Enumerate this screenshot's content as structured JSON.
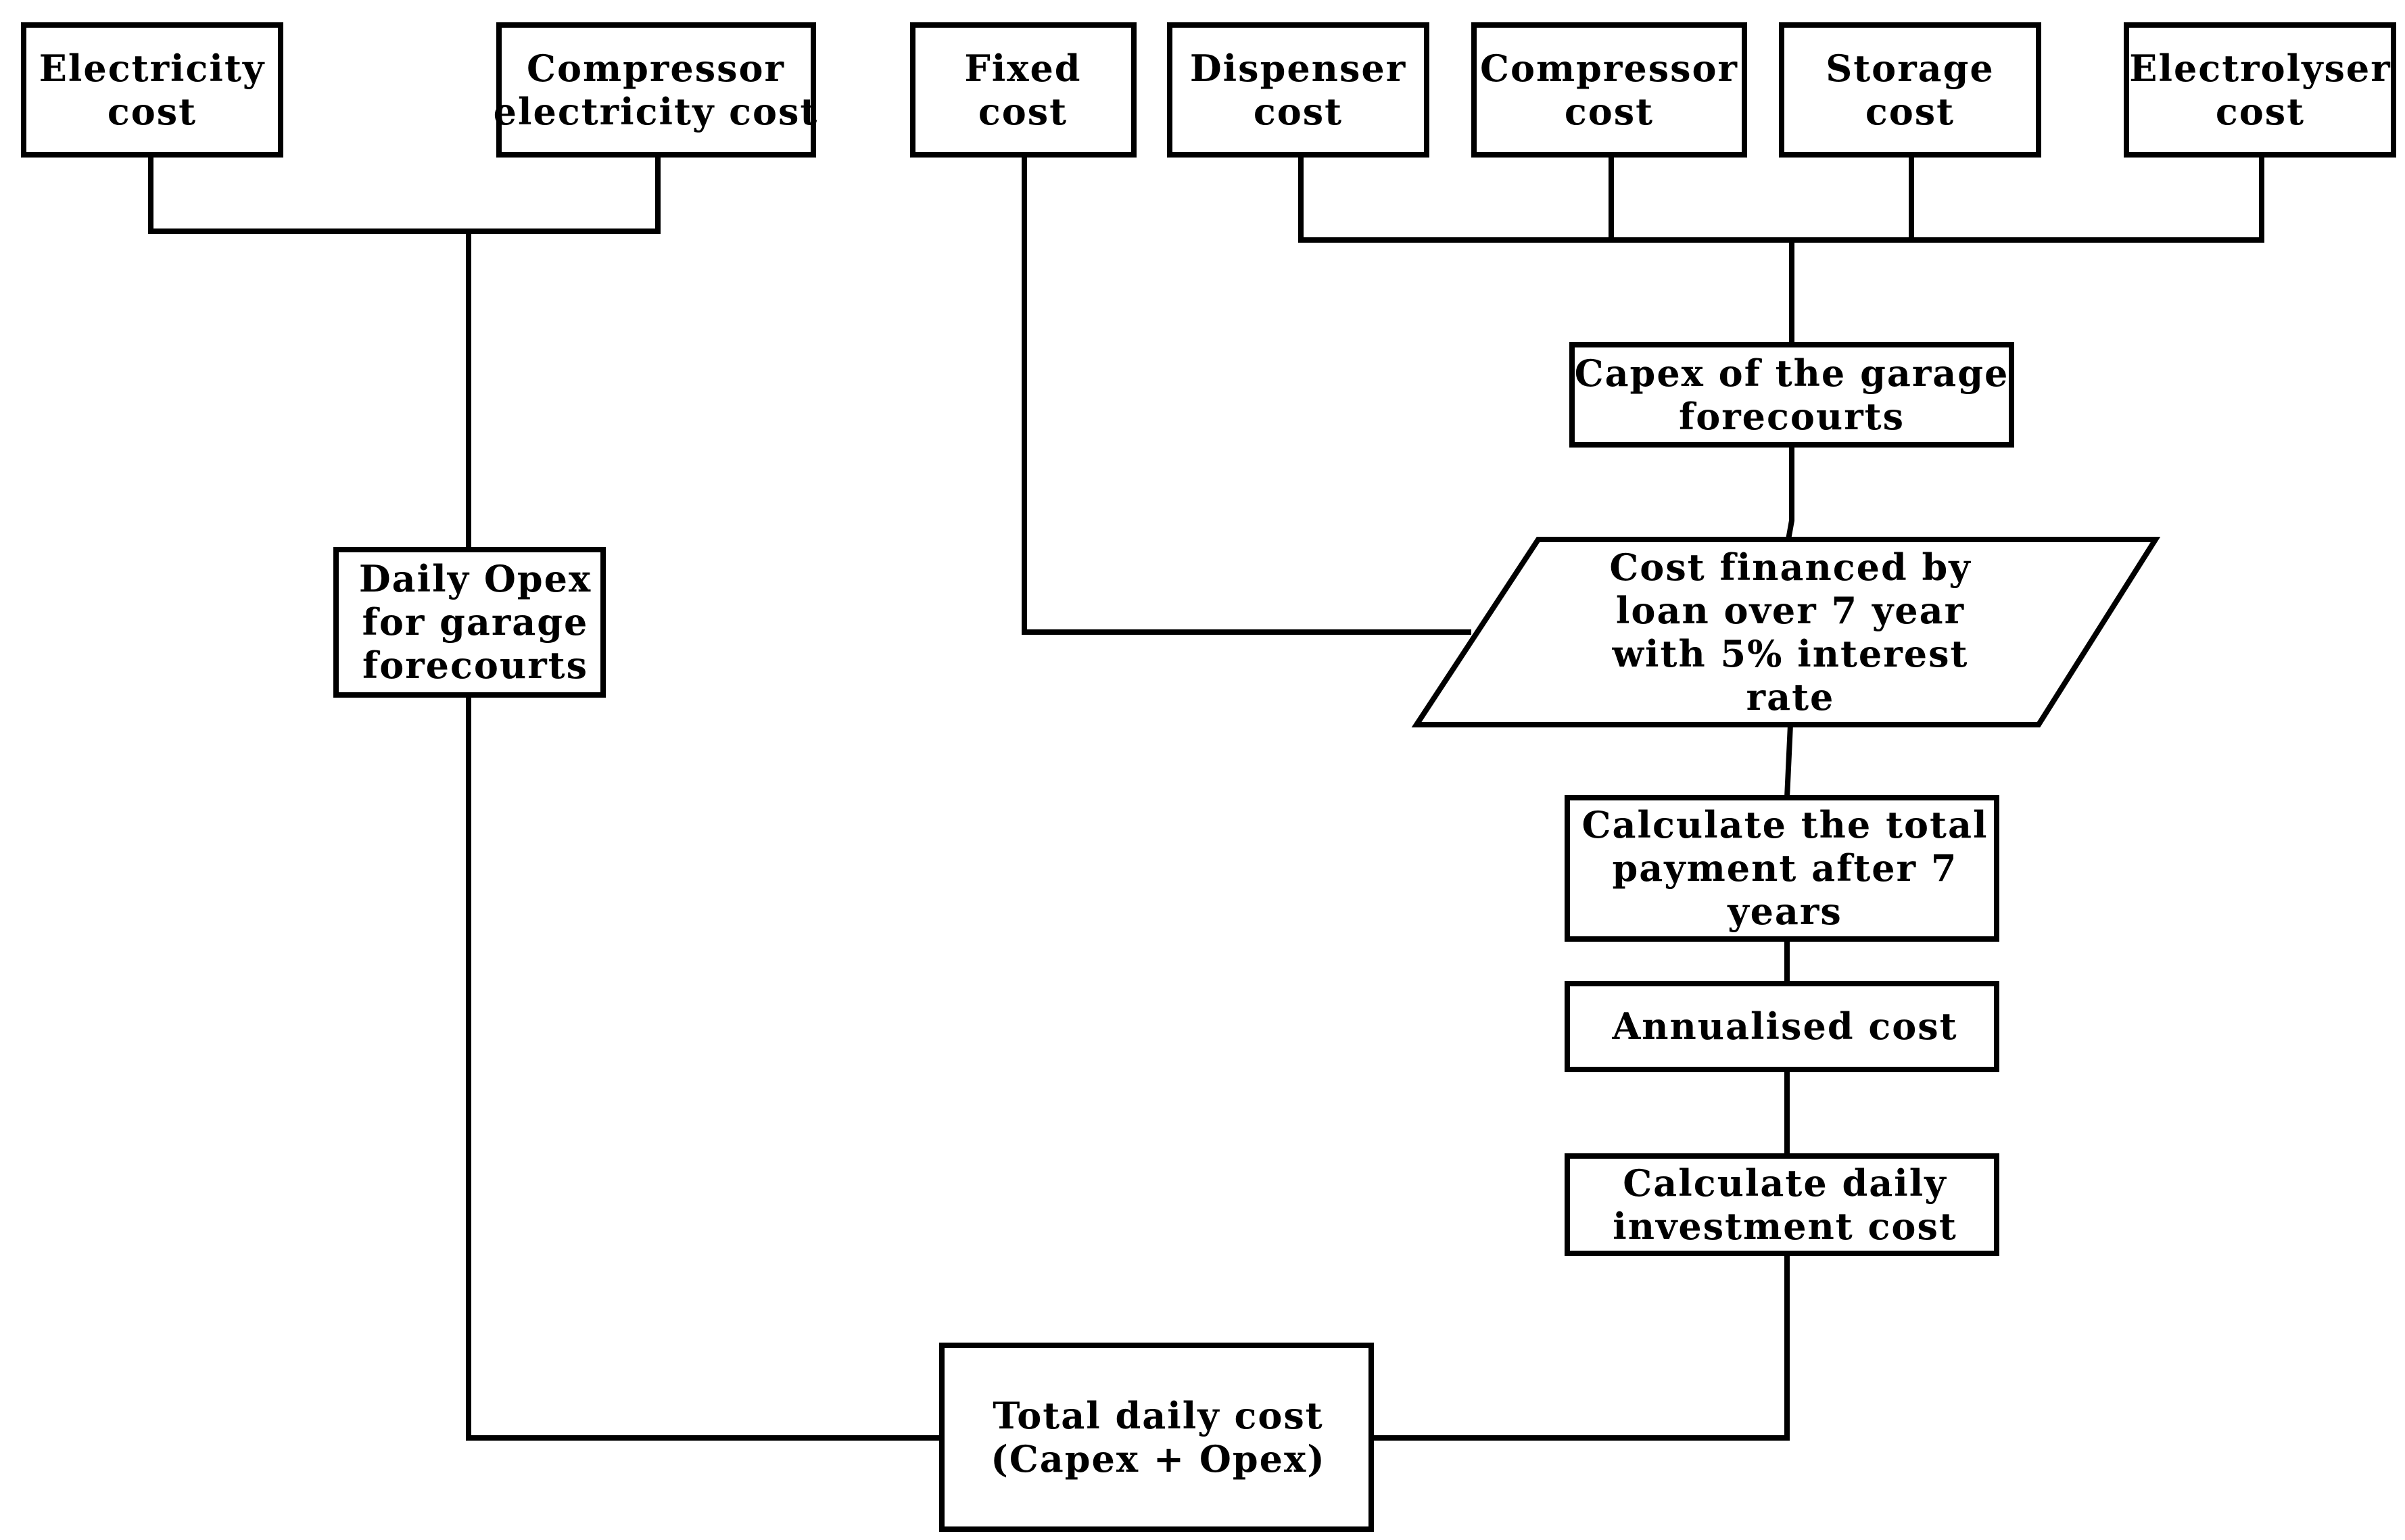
{
  "diagram": {
    "nodes": {
      "electricity_cost": [
        "Electricity",
        "cost"
      ],
      "compressor_electricity_cost": [
        "Compressor",
        "electricity cost"
      ],
      "fixed_cost": [
        "Fixed",
        "cost"
      ],
      "dispenser_cost": [
        "Dispenser",
        "cost"
      ],
      "compressor_cost": [
        "Compressor",
        "cost"
      ],
      "storage_cost": [
        "Storage",
        "cost"
      ],
      "electrolyser_cost": [
        "Electrolyser",
        "cost"
      ],
      "capex": [
        "Capex of the garage",
        "forecourts"
      ],
      "daily_opex": [
        "Daily Opex",
        "for garage",
        "forecourts"
      ],
      "loan": [
        "Cost financed by",
        "loan over 7 year",
        "with 5% interest",
        "rate"
      ],
      "total_payment": [
        "Calculate the total",
        "payment after 7",
        "years"
      ],
      "annualised": [
        "Annualised  cost"
      ],
      "daily_investment": [
        "Calculate daily",
        "investment cost"
      ],
      "total_daily": [
        "Total daily cost",
        "(Capex + Opex)"
      ]
    },
    "edges": [
      [
        "electricity_cost",
        "daily_opex"
      ],
      [
        "compressor_electricity_cost",
        "daily_opex"
      ],
      [
        "dispenser_cost",
        "capex"
      ],
      [
        "compressor_cost",
        "capex"
      ],
      [
        "storage_cost",
        "capex"
      ],
      [
        "electrolyser_cost",
        "capex"
      ],
      [
        "capex",
        "loan"
      ],
      [
        "fixed_cost",
        "loan"
      ],
      [
        "loan",
        "total_payment"
      ],
      [
        "total_payment",
        "annualised"
      ],
      [
        "annualised",
        "daily_investment"
      ],
      [
        "daily_investment",
        "total_daily"
      ],
      [
        "daily_opex",
        "total_daily"
      ]
    ]
  }
}
